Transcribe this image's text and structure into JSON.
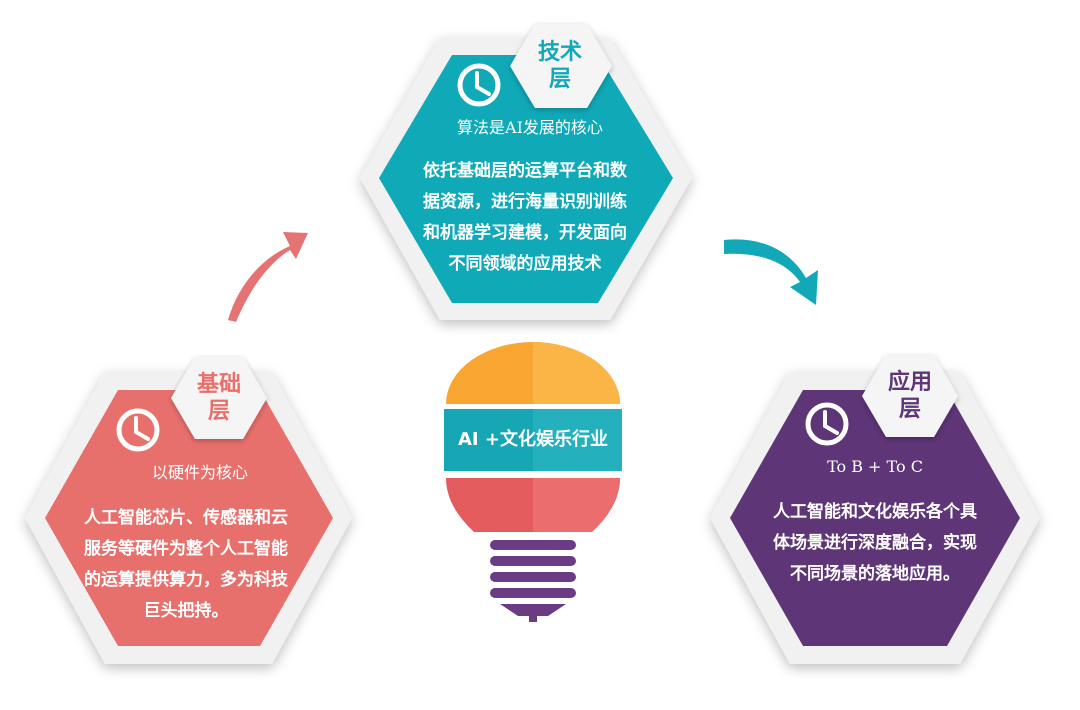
{
  "center": {
    "label": "AI +文化娱乐行业"
  },
  "layers": {
    "tech": {
      "title_line1": "技术",
      "title_line2": "层",
      "subtitle": "算法是AI发展的核心",
      "body_lines": [
        "依托基础层的运算平台和数",
        "据资源，进行海量识别训练",
        "和机器学习建模，开发面向",
        "不同领域的应用技术"
      ],
      "color": "#10a9b8"
    },
    "base": {
      "title_line1": "基础",
      "title_line2": "层",
      "subtitle": "以硬件为核心",
      "body_lines": [
        "人工智能芯片、传感器和云",
        "服务等硬件为整个人工智能",
        "的运算提供算力，多为科技",
        "巨头把持。"
      ],
      "color": "#e8706c"
    },
    "app": {
      "title_line1": "应用",
      "title_line2": "层",
      "subtitle": "To B + To C",
      "body_lines": [
        "人工智能和文化娱乐各个具",
        "体场景进行深度融合，实现",
        "不同场景的落地应用。"
      ],
      "color": "#5e3577"
    }
  },
  "colors": {
    "arrow_left": "#e57373",
    "arrow_right": "#13a8b8",
    "bulb_orange": "#f8a531",
    "bulb_teal": "#17a6b4",
    "bulb_red": "#e35b5c",
    "bulb_purple": "#6b3c84"
  }
}
